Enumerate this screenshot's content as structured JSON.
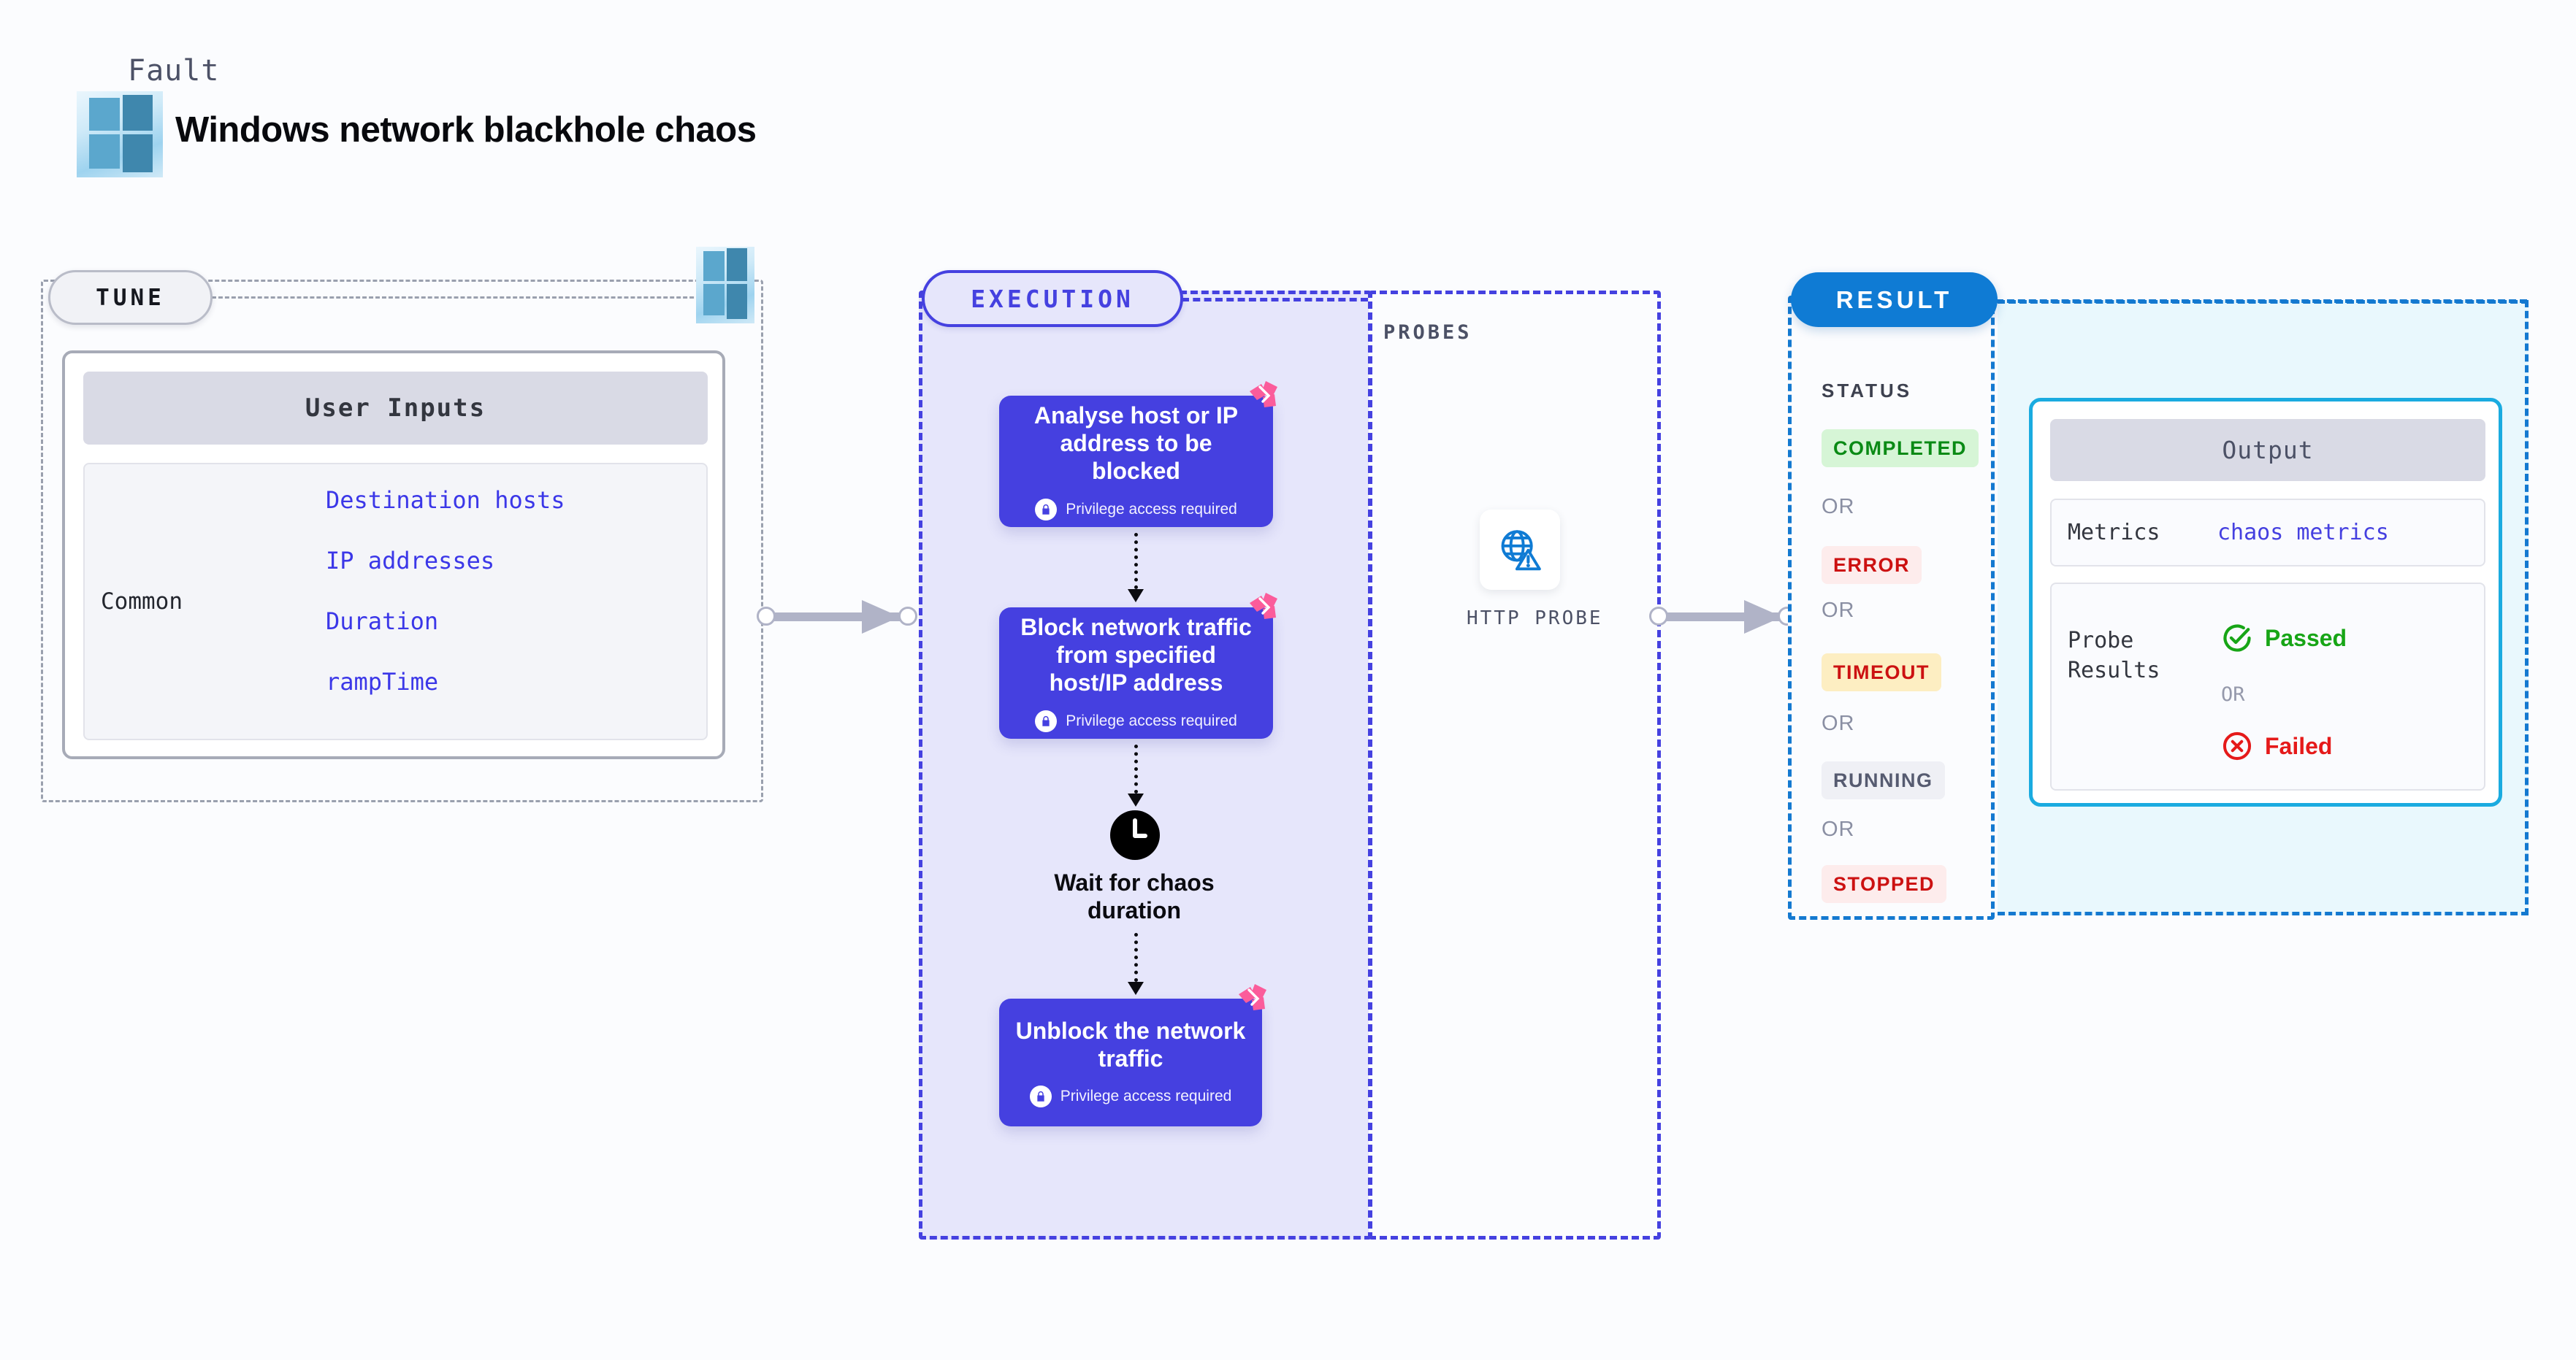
{
  "header": {
    "kicker": "Fault",
    "title": "Windows network blackhole chaos",
    "logo_icon": "windows-logo-icon"
  },
  "tune": {
    "pill_label": "TUNE",
    "logo_icon": "windows-logo-icon",
    "card_title": "User Inputs",
    "group_label": "Common",
    "params": [
      "Destination hosts",
      "IP addresses",
      "Duration",
      "rampTime"
    ]
  },
  "execution": {
    "pill_label": "EXECUTION",
    "privilege_note": "Privilege access required",
    "lock_icon": "lock-icon",
    "badge_icon": "litmus-chaos-badge-icon",
    "cards": [
      {
        "title": "Analyse host or IP address to be blocked"
      },
      {
        "title": "Block network traffic from specified host/IP address"
      },
      {
        "title": "Unblock the network traffic"
      }
    ],
    "wait_step": {
      "icon": "clock-icon",
      "label": "Wait for chaos duration"
    }
  },
  "probes": {
    "section_title": "PROBES",
    "items": [
      {
        "label": "HTTP PROBE",
        "icon": "globe-warning-icon"
      }
    ]
  },
  "result": {
    "pill_label": "RESULT",
    "status_title": "STATUS",
    "or_label": "OR",
    "statuses": [
      {
        "label": "COMPLETED",
        "bg": "#d6f5d6",
        "fg": "#0a8a15"
      },
      {
        "label": "ERROR",
        "bg": "#fdecec",
        "fg": "#cc1111"
      },
      {
        "label": "TIMEOUT",
        "bg": "#fdeec2",
        "fg": "#cc1111"
      },
      {
        "label": "RUNNING",
        "bg": "#eff0f5",
        "fg": "#565b70"
      },
      {
        "label": "STOPPED",
        "bg": "#fdecec",
        "fg": "#cc1111"
      }
    ],
    "output": {
      "title": "Output",
      "metrics_key": "Metrics",
      "metrics_value": "chaos metrics",
      "probe_results_key": "Probe Results",
      "passed_label": "Passed",
      "failed_label": "Failed",
      "passed_icon": "check-circle-icon",
      "failed_icon": "x-circle-icon",
      "or_label": "OR"
    }
  },
  "colors": {
    "accent_purple": "#4540e0",
    "accent_blue": "#0f7bd4",
    "accent_cyan": "#1aabe0",
    "badge_pink": "#fb5c9b",
    "param_blue": "#3b37e8",
    "page_bg": "#fbfcfe"
  }
}
